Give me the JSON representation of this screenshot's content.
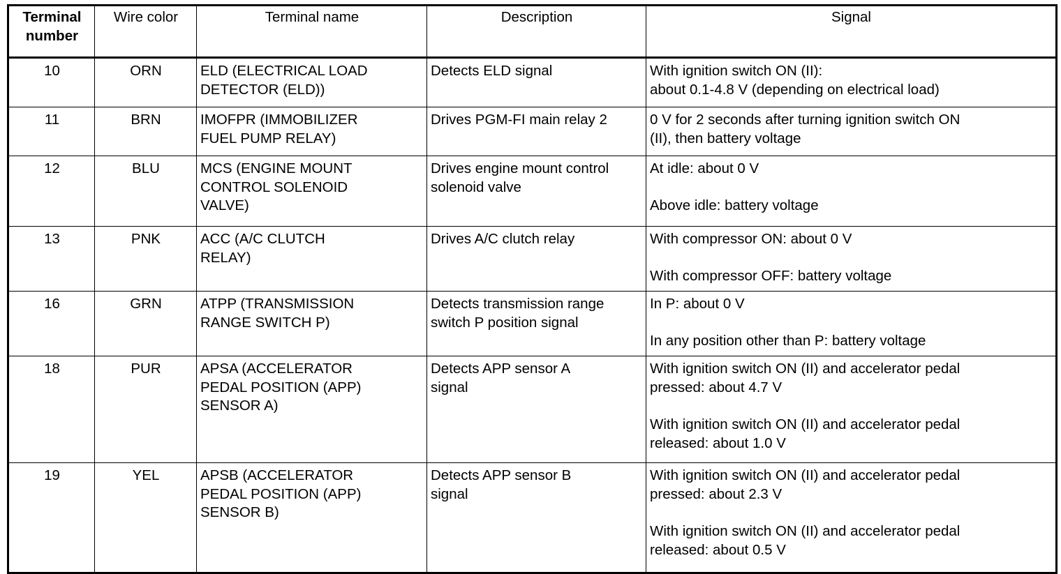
{
  "table": {
    "columns": [
      {
        "key": "terminal",
        "label": "Terminal\nnumber",
        "label_line1": "Terminal",
        "label_line2": "number",
        "bold": true
      },
      {
        "key": "wire",
        "label": "Wire color"
      },
      {
        "key": "name",
        "label": "Terminal name"
      },
      {
        "key": "desc",
        "label": "Description"
      },
      {
        "key": "signal",
        "label": "Signal"
      }
    ],
    "rows": [
      {
        "terminal": "10",
        "wire": "ORN",
        "name_lines": [
          "ELD (ELECTRICAL LOAD",
          "DETECTOR (ELD))"
        ],
        "desc_lines": [
          "Detects ELD signal"
        ],
        "signal_blocks": [
          [
            "With ignition switch ON (II):",
            "about 0.1-4.8 V (depending on electrical load)"
          ]
        ]
      },
      {
        "terminal": "11",
        "wire": "BRN",
        "name_lines": [
          "IMOFPR (IMMOBILIZER",
          "FUEL PUMP RELAY)"
        ],
        "desc_lines": [
          "Drives PGM-FI main relay 2"
        ],
        "signal_blocks": [
          [
            "0 V for 2 seconds after turning ignition switch ON",
            "(II), then battery voltage"
          ]
        ]
      },
      {
        "terminal": "12",
        "wire": "BLU",
        "name_lines": [
          "MCS (ENGINE MOUNT",
          "CONTROL SOLENOID",
          "VALVE)"
        ],
        "desc_lines": [
          "Drives engine mount control",
          "solenoid valve"
        ],
        "signal_blocks": [
          [
            "At idle: about 0 V"
          ],
          [
            "Above idle: battery voltage"
          ]
        ]
      },
      {
        "terminal": "13",
        "wire": "PNK",
        "name_lines": [
          "ACC (A/C CLUTCH",
          "RELAY)"
        ],
        "desc_lines": [
          "Drives A/C clutch relay"
        ],
        "signal_blocks": [
          [
            "With compressor ON: about 0 V"
          ],
          [
            "With compressor OFF: battery voltage"
          ]
        ]
      },
      {
        "terminal": "16",
        "wire": "GRN",
        "name_lines": [
          "ATPP (TRANSMISSION",
          "RANGE SWITCH P)"
        ],
        "desc_lines": [
          "Detects transmission range",
          "switch P position signal"
        ],
        "signal_blocks": [
          [
            "In P: about 0 V"
          ],
          [
            "In any position other than P: battery voltage"
          ]
        ]
      },
      {
        "terminal": "18",
        "wire": "PUR",
        "name_lines": [
          "APSA (ACCELERATOR",
          "PEDAL POSITION (APP)",
          "SENSOR A)"
        ],
        "desc_lines": [
          "Detects APP sensor A",
          "signal"
        ],
        "signal_blocks": [
          [
            "With ignition switch ON (II) and accelerator pedal",
            "pressed: about 4.7 V"
          ],
          [
            "With ignition switch ON (II) and accelerator pedal",
            "released: about 1.0 V"
          ]
        ]
      },
      {
        "terminal": "19",
        "wire": "YEL",
        "name_lines": [
          "APSB (ACCELERATOR",
          "PEDAL POSITION (APP)",
          "SENSOR B)"
        ],
        "desc_lines": [
          "Detects APP sensor B",
          "signal"
        ],
        "signal_blocks": [
          [
            "With ignition switch ON (II) and accelerator pedal",
            "pressed: about 2.3 V"
          ],
          [
            "With ignition switch ON (II) and accelerator pedal",
            "released: about 0.5 V"
          ]
        ]
      }
    ]
  },
  "colors": {
    "border": "#000000",
    "text": "#000000",
    "background": "#ffffff"
  }
}
